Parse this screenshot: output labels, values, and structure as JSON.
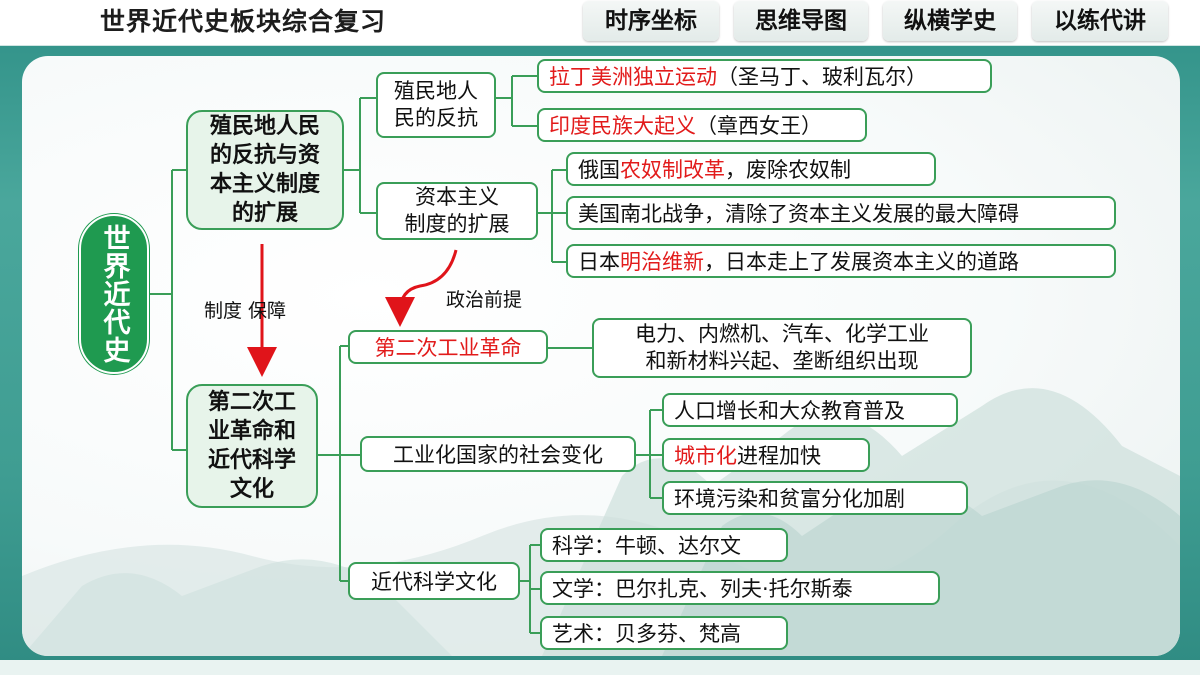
{
  "header": {
    "title": "世界近代史板块综合复习",
    "tabs": [
      "时序坐标",
      "思维导图",
      "纵横学史",
      "以练代讲"
    ]
  },
  "mindmap": {
    "root": "世界近代史",
    "branch1": {
      "label": "殖民地人民的反抗与资本主义制度的扩展",
      "label_lines": [
        "殖民地人民",
        "的反抗与资",
        "本主义制度",
        "的扩展"
      ],
      "sub_resistance": {
        "label_lines": [
          "殖民地人",
          "民的反抗"
        ],
        "items": [
          {
            "highlight": "拉丁美洲独立运动",
            "rest": "（圣马丁、玻利瓦尔）"
          },
          {
            "highlight": "印度民族大起义",
            "rest": "（章西女王）"
          }
        ]
      },
      "sub_expansion": {
        "label_lines": [
          "资本主义",
          "制度的扩展"
        ],
        "items": [
          {
            "pre": "俄国",
            "highlight": "农奴制改革",
            "rest": "，废除农奴制"
          },
          {
            "pre": "美国南北战争，清除了资本主义发展的最大障碍",
            "highlight": "",
            "rest": ""
          },
          {
            "pre": "日本",
            "highlight": "明治维新",
            "rest": "，日本走上了发展资本主义的道路"
          }
        ]
      }
    },
    "link_label_left": "制度  保障",
    "link_label_right": "政治前提",
    "branch2": {
      "label": "第二次工业革命和近代科学文化",
      "label_lines": [
        "第二次工",
        "业革命和",
        "近代科学",
        "文化"
      ],
      "sub_revolution": {
        "label": "第二次工业革命",
        "detail_lines": [
          "电力、内燃机、汽车、化学工业",
          "和新材料兴起、垄断组织出现"
        ]
      },
      "sub_social": {
        "label": "工业化国家的社会变化",
        "items": [
          {
            "pre": "人口增长和大众教育普及",
            "highlight": "",
            "rest": ""
          },
          {
            "pre": "",
            "highlight": "城市化",
            "rest": "进程加快"
          },
          {
            "pre": "环境污染和贫富分化加剧",
            "highlight": "",
            "rest": ""
          }
        ]
      },
      "sub_culture": {
        "label": "近代科学文化",
        "items": [
          "科学：牛顿、达尔文",
          "文学：巴尔扎克、列夫·托尔斯泰",
          "艺术：贝多芬、梵高"
        ]
      }
    }
  },
  "colors": {
    "accent_green": "#3a9e58",
    "root_green": "#1f9a50",
    "highlight_red": "#e21b1b",
    "arrow_red": "#e0141a",
    "page_teal": "#3f9d92"
  }
}
